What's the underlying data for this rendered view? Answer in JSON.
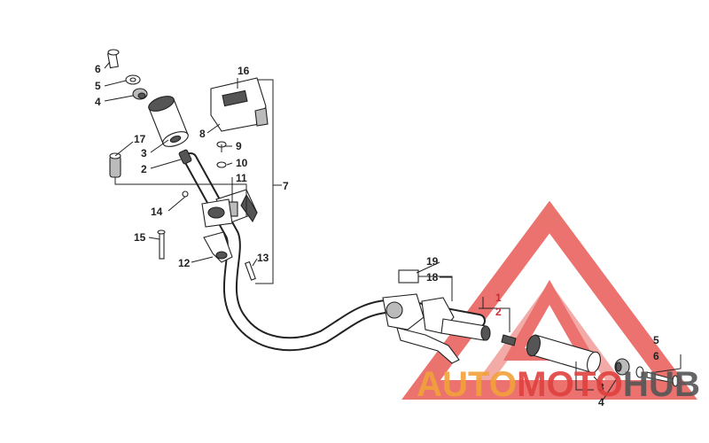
{
  "callouts": {
    "c1": "1",
    "c2": "2",
    "c2b": "2",
    "c3": "3",
    "c3b": "3",
    "c4": "4",
    "c4b": "4",
    "c5": "5",
    "c5b": "5",
    "c6": "6",
    "c6b": "6",
    "c7": "7",
    "c8": "8",
    "c9": "9",
    "c10": "10",
    "c11": "11",
    "c12": "12",
    "c13": "13",
    "c14": "14",
    "c15": "15",
    "c16": "16",
    "c17": "17",
    "c18": "18",
    "c19": "19"
  },
  "watermark": {
    "part1": "AUTO",
    "part2": "MOTO",
    "part3": "HUB"
  },
  "colors": {
    "watermark_red": "#e0413f",
    "watermark_orange": "#f2a23a",
    "watermark_grey": "#555555"
  }
}
